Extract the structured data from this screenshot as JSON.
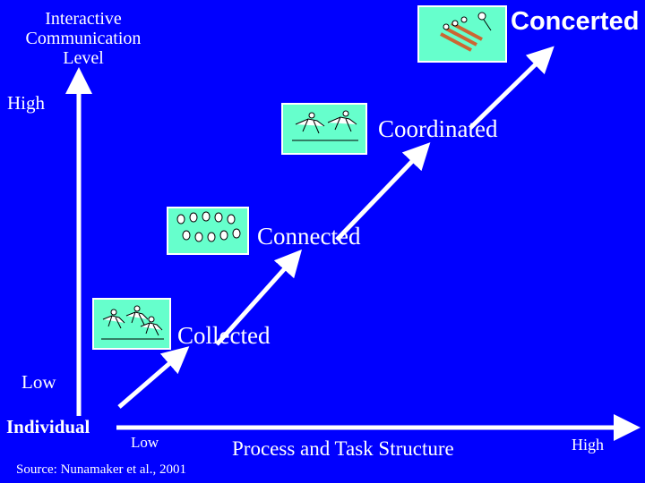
{
  "axis": {
    "y_title": "Interactive Communication Level",
    "y_high": "High",
    "y_low": "Low",
    "origin": "Individual",
    "x_low": "Low",
    "x_title": "Process and Task Structure",
    "x_high": "High"
  },
  "stages": [
    {
      "label": "Collected",
      "icon": "runners-icon"
    },
    {
      "label": "Connected",
      "icon": "group-people-icon"
    },
    {
      "label": "Coordinated",
      "icon": "relay-runners-icon"
    },
    {
      "label": "Concerted",
      "icon": "rowing-team-icon"
    }
  ],
  "source": "Source: Nunamaker et al., 2001",
  "colors": {
    "background": "#0000ff",
    "panel": "#66ffcc",
    "text": "#ffffff"
  }
}
